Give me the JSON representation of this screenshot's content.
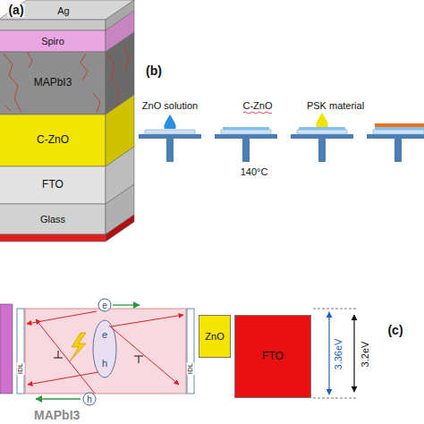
{
  "diagram": {
    "nodes": [
      {
        "text": [
          "Ag"
        ]
      },
      {
        "text": [
          "Spiro"
        ]
      },
      {
        "text": [
          "MAPbI3"
        ]
      },
      {
        "text": [
          "C-ZnO"
        ]
      },
      {
        "text": [
          "FTO"
        ]
      },
      {
        "text": [
          "Glass"
        ]
      },
      {
        "text": [
          "MAPbI3"
        ]
      },
      {
        "text": [
          "ZnO"
        ]
      },
      {
        "text": [
          "FTO"
        ]
      }
    ],
    "labels": [
      "(a)",
      "(b)",
      "ZnO solution",
      "C-ZnO",
      "PSK material",
      "140°C",
      "e",
      "e",
      "h",
      "h",
      "IDL",
      "IDL",
      "3.36eV",
      "3.2eV",
      "(c)"
    ]
  }
}
